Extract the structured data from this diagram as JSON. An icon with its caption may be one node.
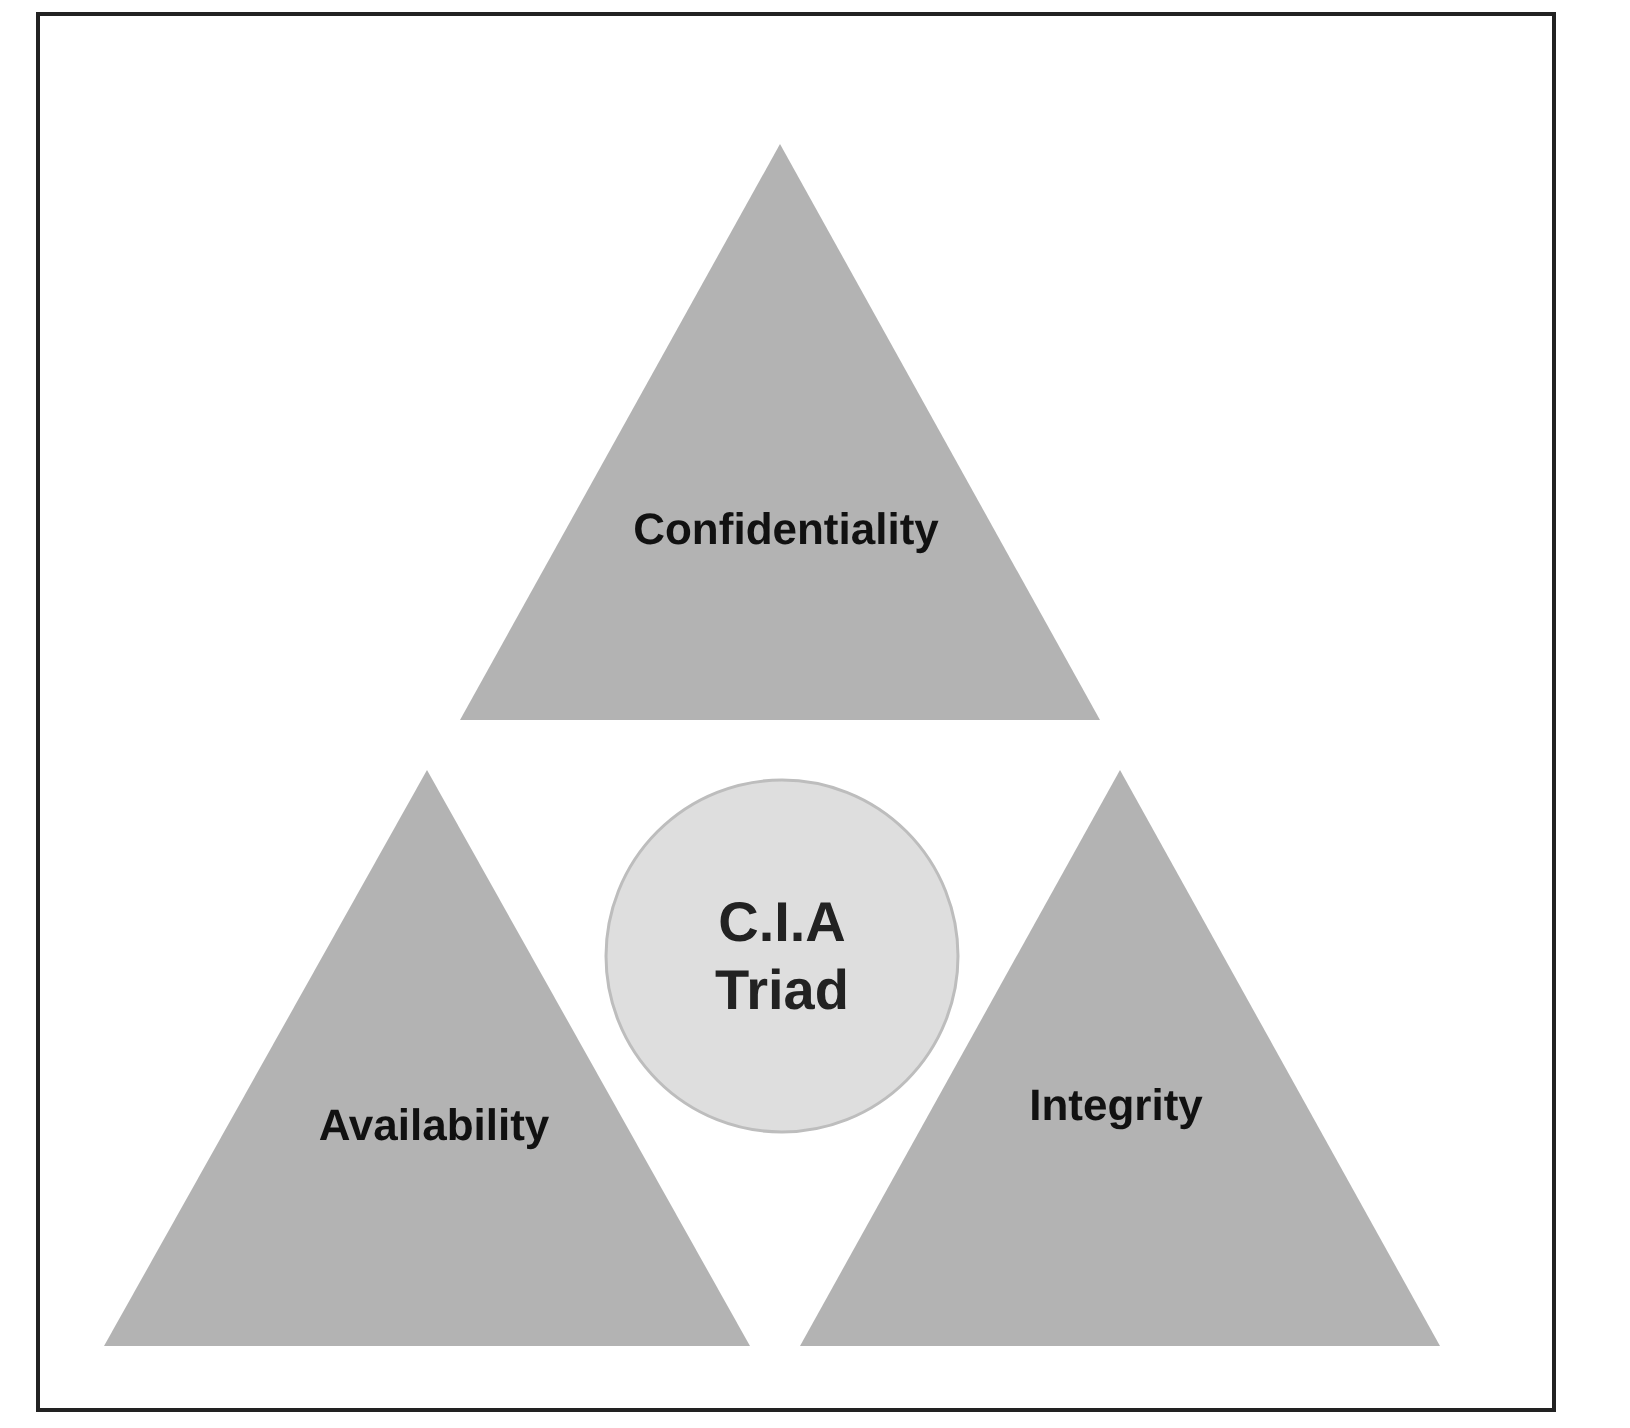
{
  "diagram": {
    "nodes": [
      {
        "text": [
          "Confidentiality"
        ]
      },
      {
        "text": [
          "C.I.A Triad"
        ]
      },
      {
        "text": [
          "Availability"
        ]
      },
      {
        "text": [
          "Integrity"
        ]
      }
    ]
  }
}
